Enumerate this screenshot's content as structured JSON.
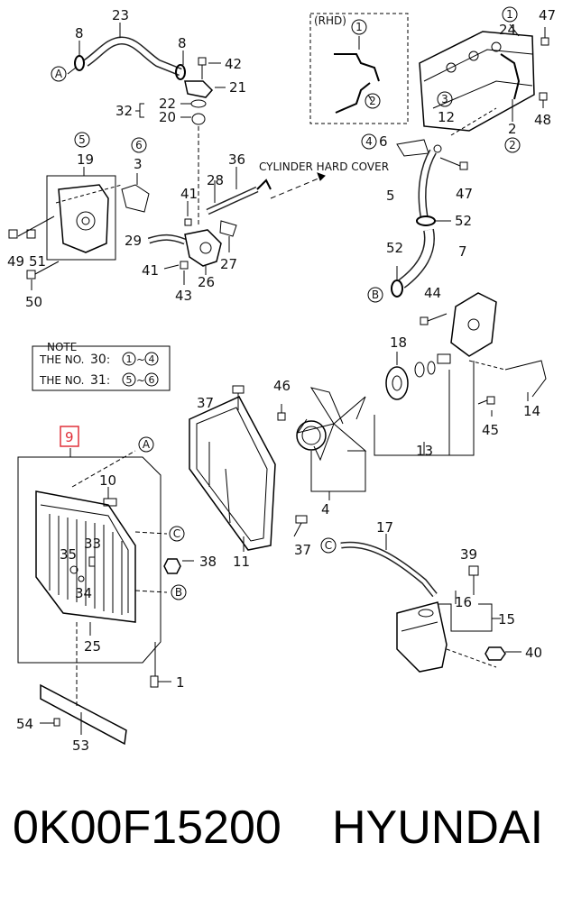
{
  "diagram": {
    "labels": {
      "rhd": "(RHD)",
      "cylinder_cover": "CYLINDER HARD COVER",
      "note_title": "NOTE",
      "note_line1_prefix": "THE NO.",
      "note_line1_num": "30",
      "note_line1_from": "1",
      "note_line1_to": "4",
      "note_line2_prefix": "THE NO.",
      "note_line2_num": "31",
      "note_line2_from": "5",
      "note_line2_to": "6",
      "colon": ":",
      "tilde": "~"
    },
    "callouts": {
      "n23": "23",
      "n8a": "8",
      "n8b": "8",
      "n42": "42",
      "n21": "21",
      "n22": "22",
      "n32": "32",
      "n20": "20",
      "n19": "19",
      "n3": "3",
      "n49": "49",
      "n51": "51",
      "n50": "50",
      "n41a": "41",
      "n41b": "41",
      "n28": "28",
      "n36": "36",
      "n29": "29",
      "n27": "27",
      "n26": "26",
      "n43": "43",
      "n47a": "47",
      "n24": "24",
      "n48": "48",
      "n2a": "2",
      "n12": "12",
      "n6": "6",
      "n47b": "47",
      "n5": "5",
      "n52a": "52",
      "n52b": "52",
      "n7": "7",
      "n44": "44",
      "n18": "18",
      "n37a": "37",
      "n46": "46",
      "n13": "13",
      "n14": "14",
      "n45": "45",
      "n4": "4",
      "n9": "9",
      "n10": "10",
      "n33": "33",
      "n35": "35",
      "n34": "34",
      "n38": "38",
      "n11": "11",
      "n37b": "37",
      "n25": "25",
      "n17": "17",
      "n39": "39",
      "n16": "16",
      "n15": "15",
      "n40": "40",
      "n1": "1",
      "n54": "54",
      "n53": "53"
    },
    "circled": {
      "A1": "A",
      "A2": "A",
      "B1": "B",
      "B2": "B",
      "C1": "C",
      "C2": "C",
      "c1a": "1",
      "c1b": "1",
      "c2a": "2",
      "c2b": "2",
      "c3": "3",
      "c4": "4",
      "c5": "5",
      "c6": "6"
    },
    "highlight_color": "#e0303a"
  },
  "footer": {
    "part_number": "0K00F15200",
    "brand": "HYUNDAI"
  }
}
